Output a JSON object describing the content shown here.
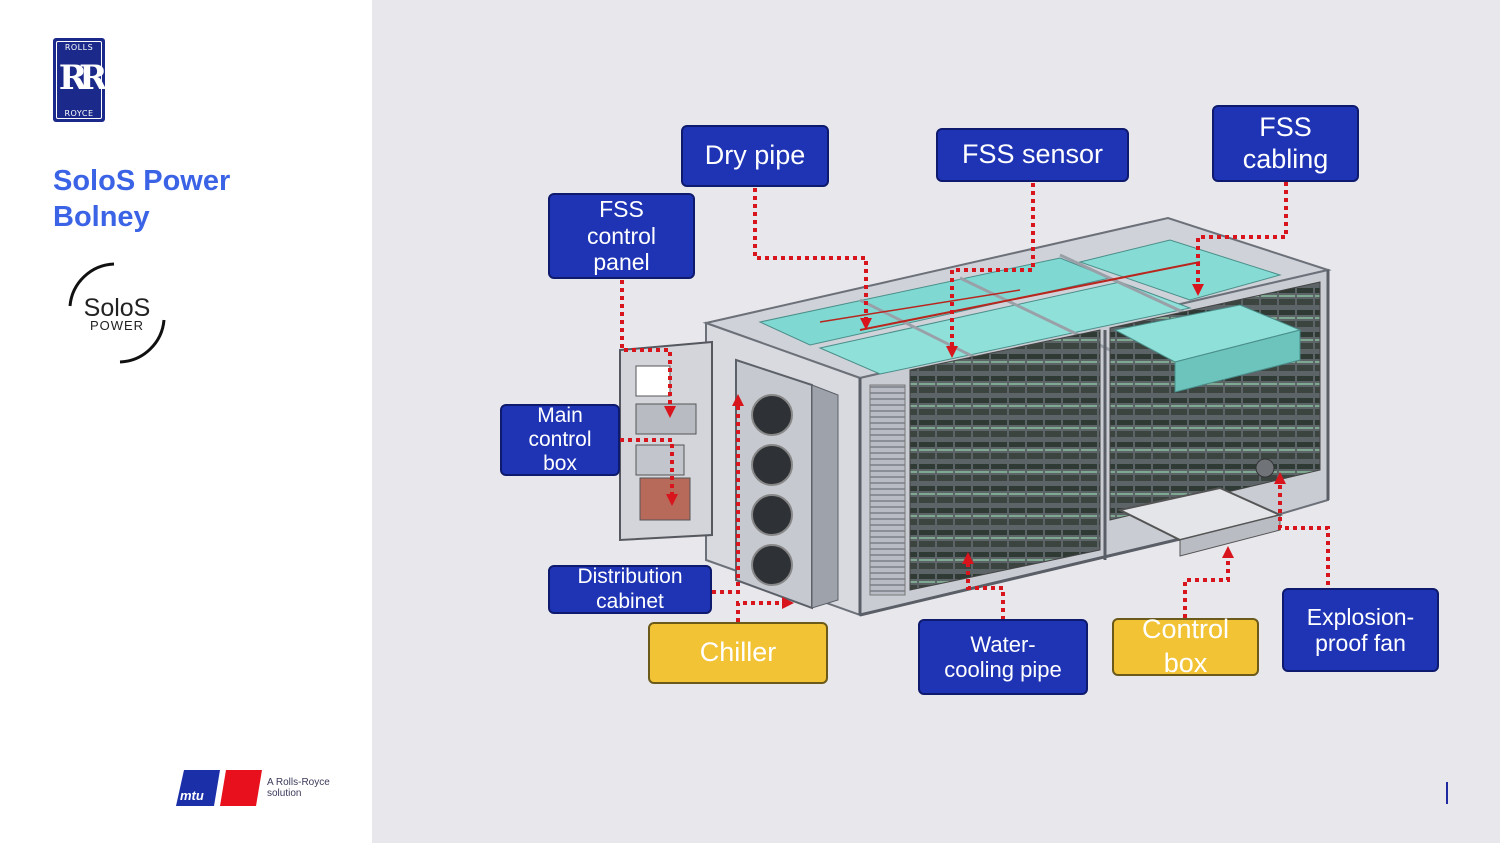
{
  "sidebar": {
    "brand_top": "ROLLS",
    "brand_bottom": "ROYCE",
    "title_line1": "SoloS Power",
    "title_line2": "Bolney",
    "solos_word": "SoloS",
    "solos_sub": "POWER",
    "mtu_text": "mtu",
    "tagline_line1": "A Rolls-Royce",
    "tagline_line2": "solution"
  },
  "labels": {
    "dry_pipe": "Dry pipe",
    "fss_sensor": "FSS sensor",
    "fss_cabling_1": "FSS",
    "fss_cabling_2": "cabling",
    "fss_control_1": "FSS",
    "fss_control_2": "control",
    "fss_control_3": "panel",
    "main_control_1": "Main",
    "main_control_2": "control",
    "main_control_3": "box",
    "distribution_1": "Distribution",
    "distribution_2": "cabinet",
    "chiller": "Chiller",
    "water_cooling_1": "Water-",
    "water_cooling_2": "cooling pipe",
    "control_box_1": "Control",
    "control_box_2": "box",
    "explosion_1": "Explosion-",
    "explosion_2": "proof fan"
  },
  "colors": {
    "accent_blue": "#3b63e6",
    "label_blue": "#1f34b4",
    "label_yellow": "#f2c334",
    "leader_red": "#d8141c"
  }
}
